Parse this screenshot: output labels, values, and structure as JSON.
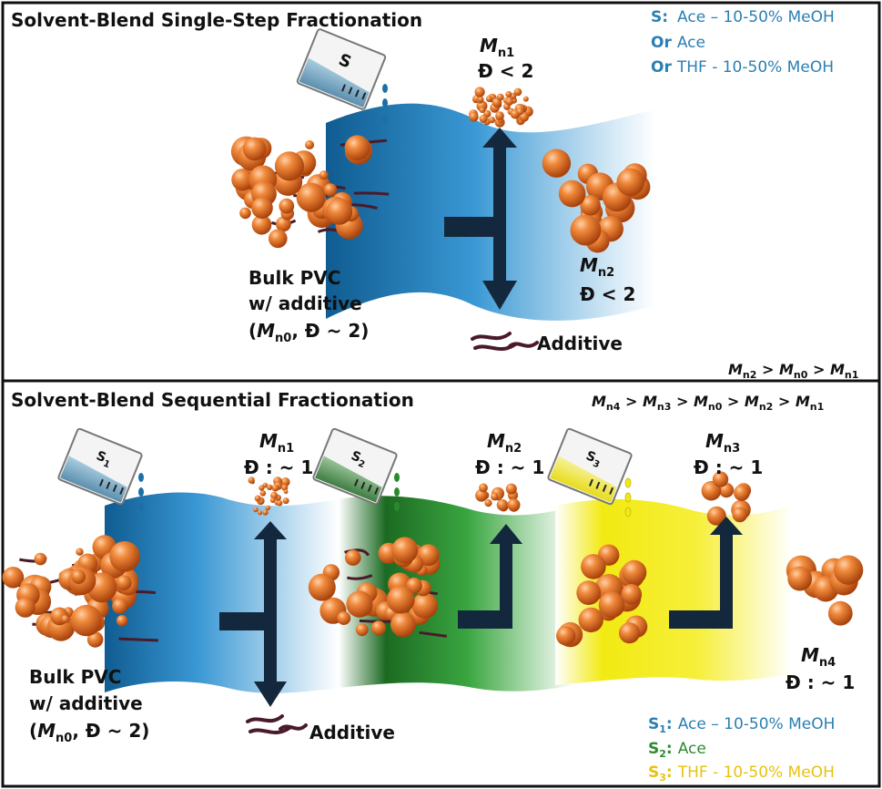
{
  "colors": {
    "blue": "#1d6fa7",
    "blue_label": "#2b7fb3",
    "green": "#2a8a2e",
    "green_label": "#2f8a31",
    "yellow": "#f2e81a",
    "yellow_label": "#e8c20f",
    "particle": "#e8742a",
    "arrow": "#14283d",
    "additive": "#4a1a2a"
  },
  "top_panel": {
    "title": "Solvent-Blend Single-Step Fractionation",
    "beaker_label": "S",
    "product_top": {
      "m": "M",
      "sub": "n1",
      "dispersity": "Đ < 2"
    },
    "product_right": {
      "m": "M",
      "sub": "n2",
      "dispersity": "Đ < 2"
    },
    "bulk": {
      "line1": "Bulk PVC",
      "line2": "w/ additive",
      "line3_open": "(",
      "line3_m": "M",
      "line3_sub": "n0",
      "line3_rest": ", Đ ~ 2)"
    },
    "additive_label": "Additive",
    "solvent_legend": [
      {
        "key": "S:",
        "value": "Ace – 10-50% MeOH"
      },
      {
        "key": "Or",
        "value": "Ace"
      },
      {
        "key": "Or",
        "value": "THF - 10-50% MeOH"
      }
    ],
    "inequality": [
      {
        "m": "M",
        "sub": "n2"
      },
      {
        "op": " > "
      },
      {
        "m": "M",
        "sub": "n0"
      },
      {
        "op": " > "
      },
      {
        "m": "M",
        "sub": "n1"
      }
    ]
  },
  "bottom_panel": {
    "title": "Solvent-Blend Sequential Fractionation",
    "inequality": [
      {
        "m": "M",
        "sub": "n4"
      },
      {
        "op": " > "
      },
      {
        "m": "M",
        "sub": "n3"
      },
      {
        "op": " > "
      },
      {
        "m": "M",
        "sub": "n0"
      },
      {
        "op": " > "
      },
      {
        "m": "M",
        "sub": "n2"
      },
      {
        "op": " > "
      },
      {
        "m": "M",
        "sub": "n1"
      }
    ],
    "beakers": [
      {
        "label": "S",
        "sub": "1"
      },
      {
        "label": "S",
        "sub": "2"
      },
      {
        "label": "S",
        "sub": "3"
      }
    ],
    "products": [
      {
        "m": "M",
        "sub": "n1",
        "dispersity": "Đ : ~ 1"
      },
      {
        "m": "M",
        "sub": "n2",
        "dispersity": "Đ : ~ 1"
      },
      {
        "m": "M",
        "sub": "n3",
        "dispersity": "Đ : ~ 1"
      },
      {
        "m": "M",
        "sub": "n4",
        "dispersity": "Đ : ~ 1"
      }
    ],
    "bulk": {
      "line1": "Bulk PVC",
      "line2": "w/ additive",
      "line3_open": "(",
      "line3_m": "M",
      "line3_sub": "n0",
      "line3_rest": ", Đ ~ 2)"
    },
    "additive_label": "Additive",
    "solvent_legend": [
      {
        "key": "S",
        "sub": "1",
        "colon": ":",
        "value": "Ace – 10-50% MeOH"
      },
      {
        "key": "S",
        "sub": "2",
        "colon": ":",
        "value": "Ace"
      },
      {
        "key": "S",
        "sub": "3",
        "colon": ":",
        "value": "THF - 10-50% MeOH"
      }
    ]
  }
}
